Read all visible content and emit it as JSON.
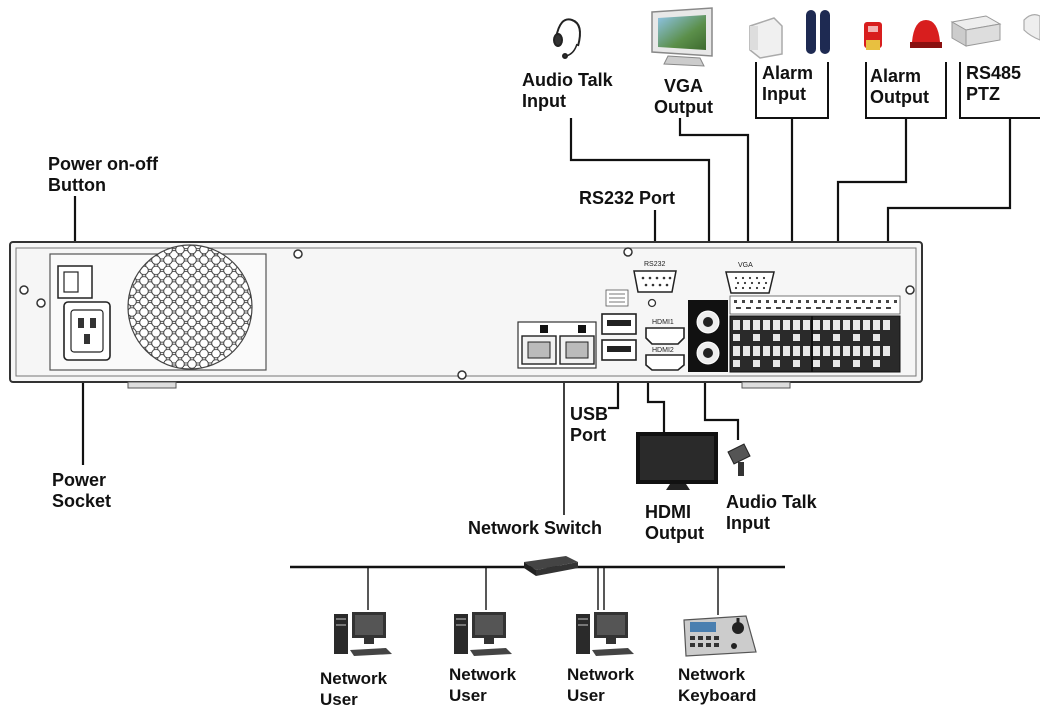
{
  "labels": {
    "audio_talk_input_top": [
      "Audio Talk",
      "Input"
    ],
    "vga_output": [
      "VGA",
      "Output"
    ],
    "alarm_input": [
      "Alarm",
      "Input"
    ],
    "alarm_output": [
      "Alarm",
      "Output"
    ],
    "rs485_ptz": [
      "RS485",
      "PTZ"
    ],
    "power_button": [
      "Power on-off",
      "Button"
    ],
    "rs232_port": "RS232 Port",
    "power_socket": [
      "Power",
      "Socket"
    ],
    "usb_port": [
      "USB",
      "Port"
    ],
    "hdmi_output": [
      "HDMI",
      "Output"
    ],
    "audio_talk_input_bottom": [
      "Audio Talk",
      "Input"
    ],
    "network_switch": "Network Switch",
    "network_user_1": [
      "Network",
      "User"
    ],
    "network_user_2": [
      "Network",
      "User"
    ],
    "network_user_3": [
      "Network",
      "User"
    ],
    "network_keyboard": [
      "Network",
      "Keyboard"
    ]
  },
  "panel_text": {
    "rs232": "RS232",
    "vga": "VGA",
    "hdmi1": "HDMI1",
    "hdmi2": "HDMI2"
  },
  "icons": [
    "headset-icon",
    "monitor-icon",
    "door-sensor-icon",
    "pir-sensor-icon",
    "siren-icon",
    "alarm-light-icon",
    "ptz-decoder-icon",
    "ptz-camera-icon",
    "lcd-tv-icon",
    "microphone-icon",
    "network-switch-icon",
    "computer-icon",
    "ptz-keyboard-icon"
  ],
  "colors": {
    "line": "#111111",
    "panel": "#f4f4f4",
    "siren_red": "#d81e1e"
  }
}
